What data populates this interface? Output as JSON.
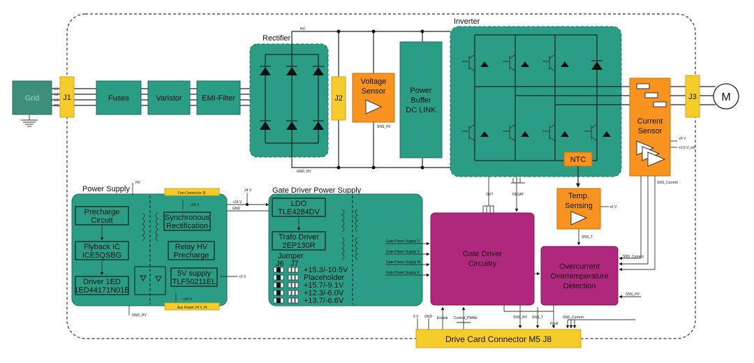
{
  "labels": {
    "grid": "Grid",
    "j1": "J1",
    "fuses": "Fuses",
    "varistor": "Varistor",
    "emi": "EMI-Filter",
    "rectifier": "Rectifier",
    "j2": "J2",
    "voltage_sensor_1": "Voltage",
    "voltage_sensor_2": "Sensor",
    "power_buffer_1": "Power",
    "power_buffer_2": "Buffer",
    "power_buffer_3": "DC LINK",
    "inverter": "Inverter",
    "current_sensor_1": "Current",
    "current_sensor_2": "Sensor",
    "j3": "J3",
    "motor": "M",
    "ntc": "NTC",
    "temp_1": "Temp.",
    "temp_2": "Sensing",
    "power_supply": "Power Supply",
    "precharge_1": "Precharge",
    "precharge_2": "Circuit",
    "flyback_1": "Flyback IC",
    "flyback_2": "ICE5QSBG",
    "driver_1": "Driver 1ED",
    "driver_2": "1ED44171N01B",
    "sync_1": "Synchronous",
    "sync_2": "Rectification",
    "relay_1": "Relay HV",
    "relay_2": "Precharge",
    "supply_1": "5V supply",
    "supply_2": "TLF50211EL",
    "fan_connector": "Fan-Connector J5",
    "aux_power": "Aux Power 24 V J4",
    "gdps": "Gate Driver Power Supply",
    "ldo_1": "LDO",
    "ldo_2": "TLE4284DV",
    "trafo_1": "Trafo Driver",
    "trafo_2": "2EP130R",
    "jumper": "Jumper",
    "j6": "J6",
    "j7": "J7",
    "opt1": "+15.3/-10.5V",
    "opt2": "Placeholder",
    "opt3": "+15.7/-9.1V",
    "opt4": "+12.3/-6.0V",
    "opt5": "+13.7/-6.6V",
    "gdc_1": "Gate Driver",
    "gdc_2": "Circuitry",
    "oc_1": "Overcurrent",
    "oc_2": "Overtemperature",
    "oc_3": "Detection",
    "drive_card": "Drive Card Connector M5 J8"
  },
  "signals": {
    "l1": "L1",
    "l2": "L2",
    "l3": "L3",
    "pe": "PE",
    "hv": "HV",
    "gnd_hv": "GND_HV",
    "sns_hv": "SNS_HV",
    "hv_ps": "HV",
    "gnd_hv_ps": "GND_HV",
    "v24a": "+24 V",
    "v24b": "+24 V",
    "v24c": "+24 V",
    "v24d": "24 V",
    "v24e": "+24 V",
    "gnd": "GND",
    "v5_ps": "+5 V",
    "gps_u": "Gate Power Supply U",
    "gps_v": "Gate Power Supply V",
    "gps_w": "Gate Power Supply W",
    "gps_x": "Gate Power Supply X",
    "out": "OUT",
    "desat": "DESAT",
    "v5_cs": "+5 V",
    "v25_ref": "+2.5 V_ref",
    "sns_current": "SNS_Current",
    "v5_temp": "+5 V",
    "sns_t": "SNS_T",
    "sns_current_oc": "SNS_Current",
    "sns_hv_oc": "SNS_HV",
    "bot_5v": "5 V",
    "bot_gnd": "GND",
    "bot_enable": "Enable",
    "bot_pwm": "Control_PWMs",
    "bot_sns_hv": "SNS_HV",
    "bot_sns_t": "SNS_T",
    "bot_fault": "Fault",
    "bot_sns_current": "SNS_Current"
  },
  "colors": {
    "teal": "#2a9d84",
    "orange": "#f7931e",
    "yellow": "#f6cc2a",
    "magenta": "#b0287d",
    "grid_block": "#3d8f7a"
  }
}
